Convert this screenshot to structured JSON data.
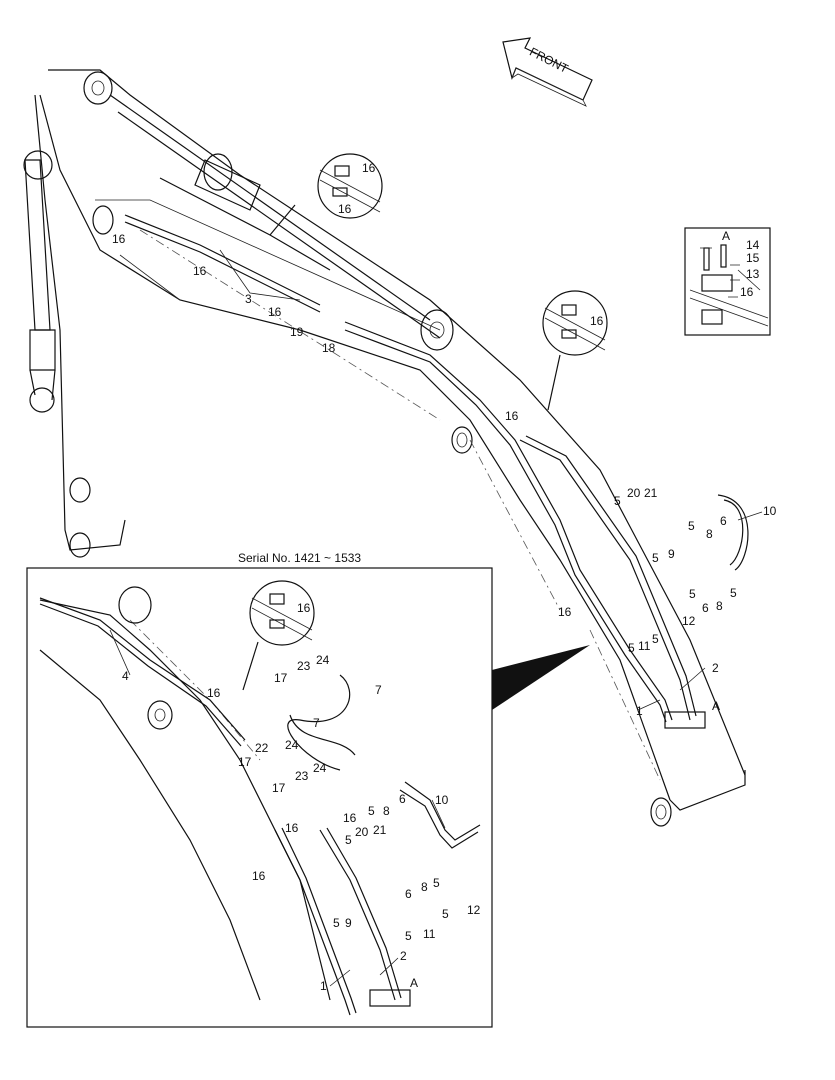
{
  "front_label": "FRONT",
  "serial_label": "Serial No. 1421 ~ 1533",
  "detail_label": "A",
  "callouts": {
    "c1": "1",
    "c2": "2",
    "c3": "3",
    "c4": "4",
    "c5": "5",
    "c6": "6",
    "c7": "7",
    "c8": "8",
    "c9": "9",
    "c10": "10",
    "c11": "11",
    "c12": "12",
    "c13": "13",
    "c14": "14",
    "c15": "15",
    "c16": "16",
    "c17": "17",
    "c18": "18",
    "c19": "19",
    "c20": "20",
    "c21": "21",
    "c22": "22",
    "c23": "23",
    "c24": "24"
  }
}
